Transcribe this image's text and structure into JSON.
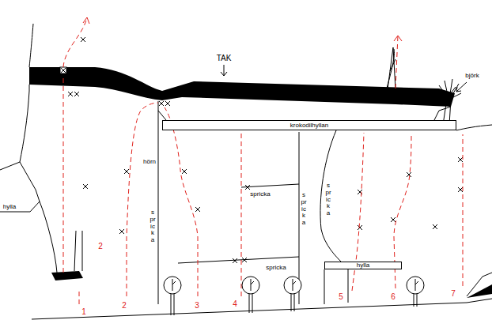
{
  "diagram": {
    "nodes": [
      {
        "text": [
          "krokodilhyllan"
        ]
      },
      {
        "text": [
          "hylla"
        ]
      }
    ],
    "labels": [
      "TAK",
      "björk",
      "hörn",
      "spricka",
      "spricka",
      "spricka",
      "spricka",
      "spricka",
      "hylla",
      "1",
      "2",
      "2",
      "3",
      "4",
      "5",
      "6",
      "7"
    ]
  }
}
